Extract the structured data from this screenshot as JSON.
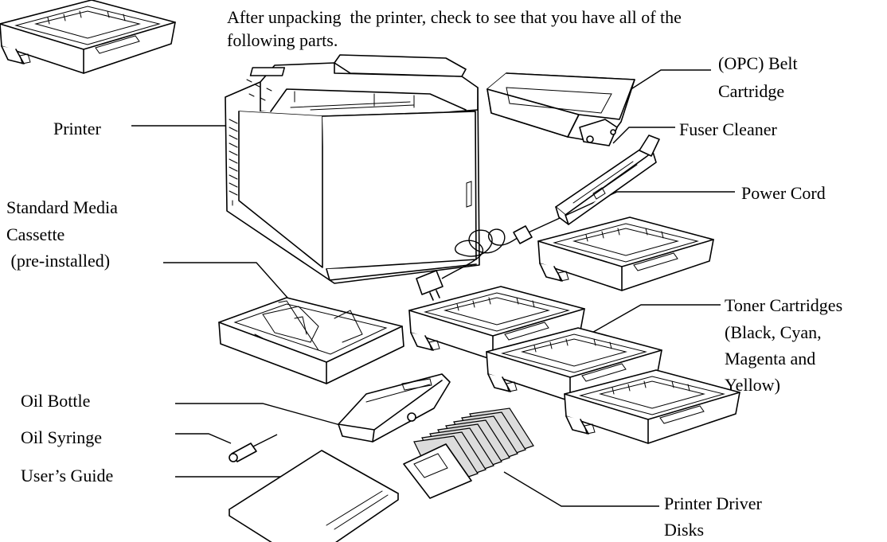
{
  "intro": {
    "line1": "After unpacking  the printer, check to see that you have all of the",
    "line2": "following parts."
  },
  "labels": {
    "printer": "Printer",
    "opc_belt_1": "(OPC) Belt",
    "opc_belt_2": "Cartridge",
    "fuser_cleaner": "Fuser Cleaner",
    "power_cord": "Power Cord",
    "cassette_1": "Standard Media",
    "cassette_2": "Cassette",
    "cassette_3": " (pre-installed)",
    "toner_1": "Toner Cartridges",
    "toner_2": "(Black, Cyan,",
    "toner_3": "Magenta and",
    "toner_4": "Yellow)",
    "oil_bottle": "Oil Bottle",
    "oil_syringe": "Oil Syringe",
    "users_guide": "User’s Guide",
    "driver_1": "Printer Driver",
    "driver_2": "Disks"
  }
}
